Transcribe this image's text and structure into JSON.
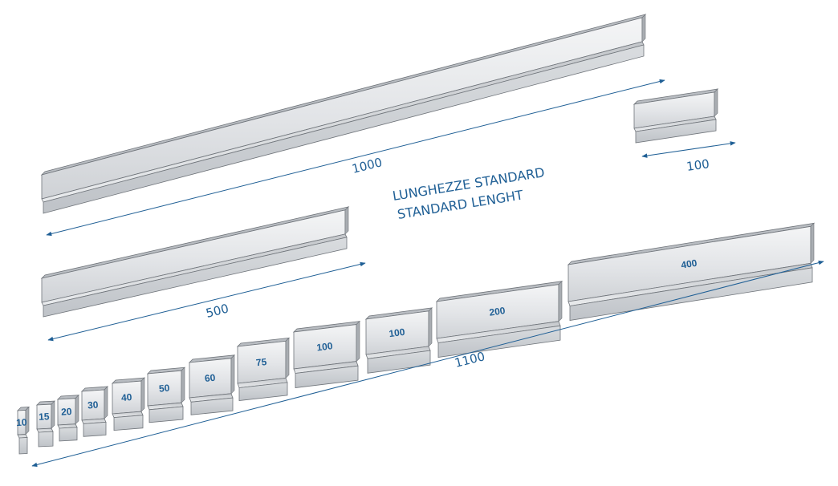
{
  "title": {
    "line1": "LUNGHEZZE STANDARD",
    "line2": "STANDARD LENGHT"
  },
  "colors": {
    "accent": "#1f5f95",
    "face": "#e4e6e9",
    "top": "#b9bdc2",
    "bottom": "#d2d5d9",
    "outline": "#6f747a"
  },
  "tools": [
    {
      "id": "tool-1000",
      "dimension": "1000"
    },
    {
      "id": "tool-100-single",
      "dimension": "100"
    },
    {
      "id": "tool-500",
      "dimension": "500"
    }
  ],
  "sectioned_set": {
    "total_dimension": "1100",
    "segments": [
      "10",
      "15",
      "20",
      "30",
      "40",
      "50",
      "60",
      "75",
      "100",
      "100",
      "200",
      "400"
    ]
  }
}
